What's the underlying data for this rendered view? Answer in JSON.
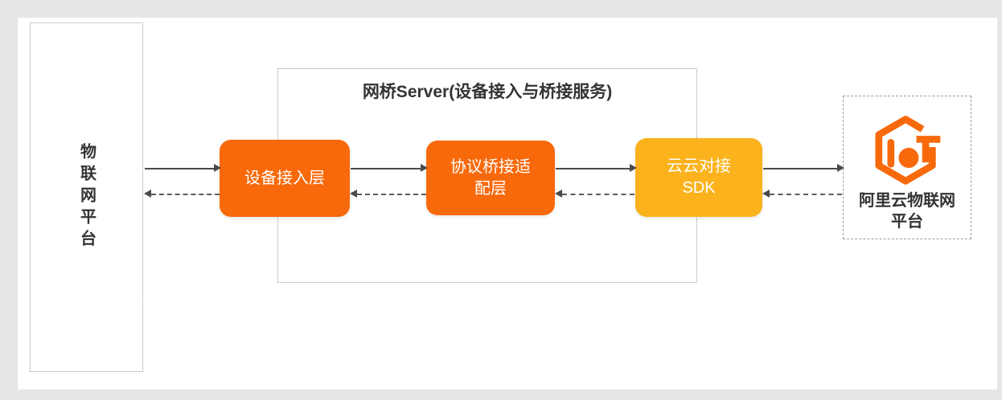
{
  "page": {
    "background": "#e6e6e6",
    "panel_background": "#ffffff"
  },
  "colors": {
    "primary_orange": "#F8690B",
    "amber": "#FBB21C",
    "dotted_border": "#999999",
    "text_dark": "#333333",
    "arrow_dark": "#4A4A4A",
    "node_text": "#FFFFFF"
  },
  "left_platform": {
    "label": "物联网平台"
  },
  "bridge_server": {
    "title": "网桥Server(设备接入与桥接服务)",
    "nodes": [
      {
        "name": "device-access-layer",
        "line1": "设备接入层"
      },
      {
        "name": "protocol-bridge-adaptation-layer",
        "line1": "协议桥接适",
        "line2": "配层"
      },
      {
        "name": "cloud-cloud-sdk",
        "line1": "云云对接",
        "line2": "SDK"
      }
    ]
  },
  "aliyun_platform": {
    "logo": "aliyun-iot-hexagon-logo",
    "line1": "阿里云物联网",
    "line2": "平台"
  },
  "connections": [
    {
      "from": "物联网平台",
      "to": "设备接入层",
      "style": "solid",
      "direction": "right"
    },
    {
      "from": "设备接入层",
      "to": "物联网平台",
      "style": "dashed",
      "direction": "left"
    },
    {
      "from": "设备接入层",
      "to": "协议桥接适配层",
      "style": "solid",
      "direction": "right"
    },
    {
      "from": "协议桥接适配层",
      "to": "设备接入层",
      "style": "dashed",
      "direction": "left"
    },
    {
      "from": "协议桥接适配层",
      "to": "云云对接SDK",
      "style": "solid",
      "direction": "right"
    },
    {
      "from": "云云对接SDK",
      "to": "协议桥接适配层",
      "style": "dashed",
      "direction": "left"
    },
    {
      "from": "云云对接SDK",
      "to": "阿里云物联网平台",
      "style": "solid",
      "direction": "right"
    },
    {
      "from": "阿里云物联网平台",
      "to": "云云对接SDK",
      "style": "dashed",
      "direction": "left"
    }
  ]
}
